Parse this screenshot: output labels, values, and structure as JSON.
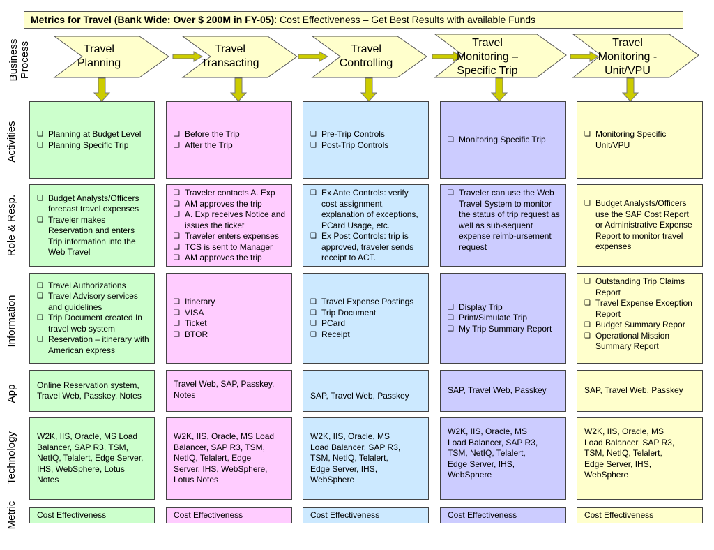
{
  "title": {
    "bold": "Metrics for Travel (Bank Wide: Over $ 200M in FY-05)",
    "rest": ": Cost Effectiveness – Get Best Results with available Funds"
  },
  "row_labels": {
    "process": "Business Process",
    "activities": "Activities",
    "role": "Role & Resp.",
    "information": "Information",
    "app": "App",
    "technology": "Technology",
    "metric": "Metric"
  },
  "process_steps": [
    "Travel Planning",
    "Travel Transacting",
    "Travel Controlling",
    "Travel Monitoring – Specific Trip",
    "Travel Monitoring - Unit/VPU"
  ],
  "activities": [
    [
      "Planning at Budget Level",
      "Planning Specific Trip"
    ],
    [
      "Before the Trip",
      "After the Trip"
    ],
    [
      "Pre-Trip Controls",
      "Post-Trip Controls"
    ],
    [
      "Monitoring Specific Trip"
    ],
    [
      "Monitoring Specific Unit/VPU"
    ]
  ],
  "roles": [
    [
      "Budget Analysts/Officers forecast travel expenses",
      "Traveler makes Reservation and enters Trip information into the Web Travel"
    ],
    [
      "Traveler contacts A. Exp",
      "AM approves the trip",
      "A. Exp receives Notice and issues the ticket",
      "Traveler enters expenses",
      "TCS is sent to Manager",
      "AM approves the trip"
    ],
    [
      "Ex Ante Controls: verify cost assignment, explanation of exceptions, PCard Usage, etc.",
      "Ex Post Controls: trip is approved, traveler sends receipt to ACT."
    ],
    [
      "Traveler can use the Web Travel System to monitor the status of trip request as well as sub-sequent expense reimb-ursement request"
    ],
    [
      "Budget Analysts/Officers use the SAP Cost Report or Administrative Expense Report to monitor travel expenses"
    ]
  ],
  "information": [
    [
      "Travel Authorizations",
      "Travel Advisory services and guidelines",
      "Trip Document created In travel web system",
      "Reservation – itinerary with American express"
    ],
    [
      "Itinerary",
      "VISA",
      "Ticket",
      "BTOR"
    ],
    [
      "Travel Expense Postings",
      "Trip Document",
      "PCard",
      "Receipt"
    ],
    [
      "Display Trip",
      "Print/Simulate Trip",
      "My Trip Summary Report"
    ],
    [
      "Outstanding Trip Claims Report",
      "Travel Expense Exception Report",
      "Budget Summary Repor",
      "Operational Mission Summary Report"
    ]
  ],
  "app": [
    "Online Reservation system, Travel Web, Passkey, Notes",
    "Travel Web, SAP, Passkey, Notes",
    "SAP, Travel Web, Passkey",
    "SAP, Travel Web, Passkey",
    "SAP, Travel Web, Passkey"
  ],
  "technology": [
    "W2K, IIS, Oracle, MS Load Balancer, SAP R3, TSM, NetIQ, Telalert, Edge Server, IHS, WebSphere, Lotus Notes",
    "W2K, IIS, Oracle, MS Load Balancer, SAP R3, TSM, NetIQ, Telalert, Edge Server, IHS, WebSphere, Lotus Notes",
    "W2K, IIS, Oracle, MS Load Balancer, SAP R3, TSM, NetIQ, Telalert, Edge Server, IHS, WebSphere",
    "W2K, IIS, Oracle, MS Load Balancer, SAP R3, TSM, NetIQ, Telalert, Edge Server, IHS, WebSphere",
    "W2K, IIS, Oracle, MS Load Balancer, SAP R3, TSM, NetIQ, Telalert, Edge Server, IHS, WebSphere"
  ],
  "metric": [
    "Cost Effectiveness",
    "Cost Effectiveness",
    "Cost Effectiveness",
    "Cost Effectiveness",
    "Cost Effectiveness"
  ],
  "colors": {
    "title_bg": "#ffffcc",
    "chevron_fill": "#ffffcc",
    "arrow_fill": "#cccc00",
    "col_fills": [
      "#ccffcc",
      "#ffccff",
      "#cce9ff",
      "#ccccff",
      "#ffffcc"
    ]
  }
}
